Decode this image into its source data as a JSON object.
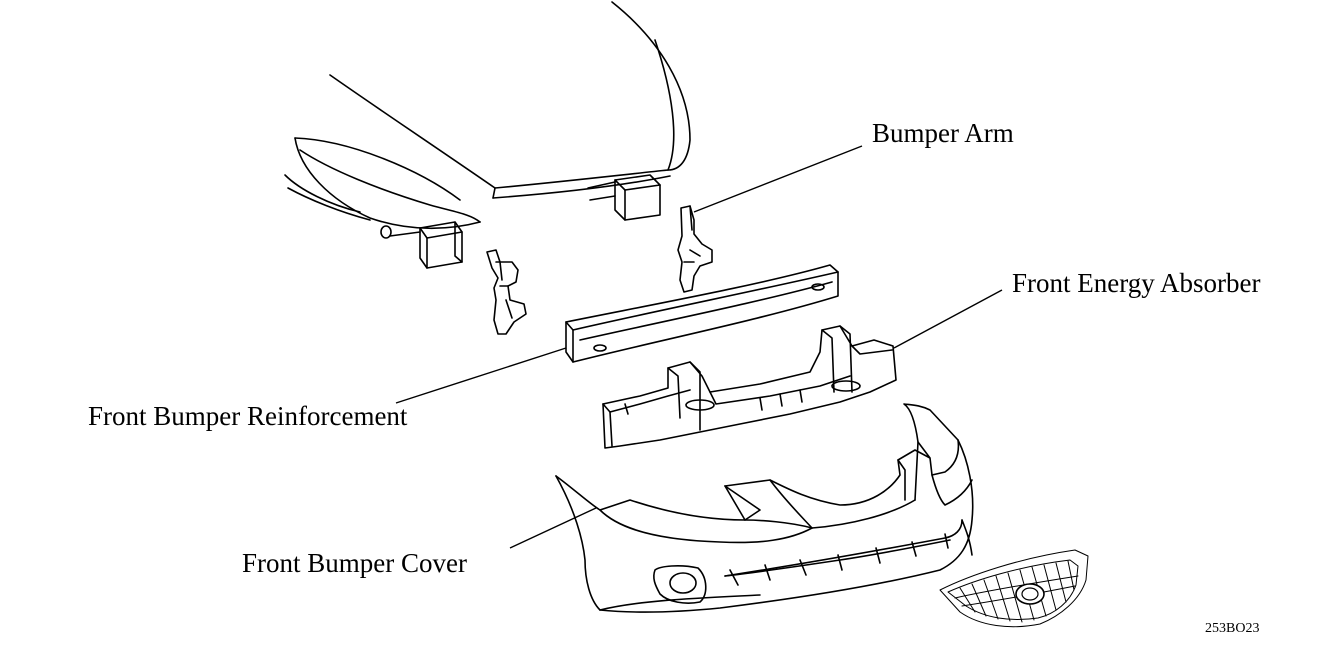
{
  "labels": {
    "bumper_arm": "Bumper Arm",
    "front_energy_absorber": "Front Energy Absorber",
    "front_bumper_reinforcement": "Front Bumper Reinforcement",
    "front_bumper_cover": "Front Bumper Cover"
  },
  "figure_code": "253BO23"
}
